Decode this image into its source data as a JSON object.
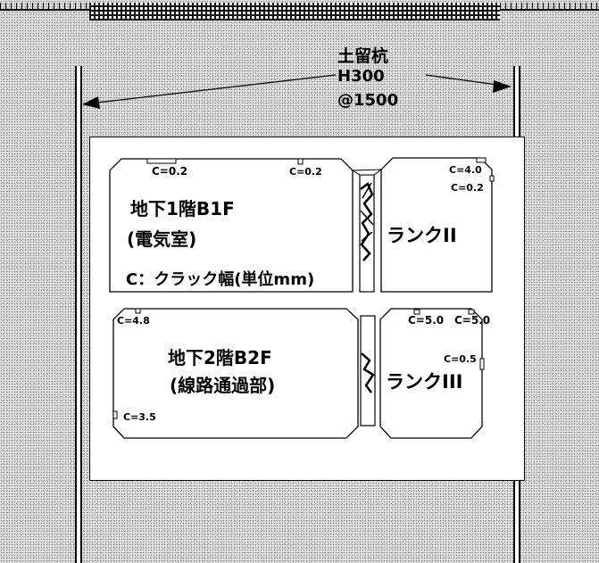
{
  "pile_label": {
    "line1": "土留杭",
    "line2": "H300",
    "line3": "@1500"
  },
  "b1f": {
    "title": "地下1階B1F",
    "subtitle": "(電気室)",
    "crack_note": "C：クラック幅(単位mm)",
    "rank": "ランクII",
    "cracks": {
      "left_top": "C=0.2",
      "mid_top": "C=0.2",
      "right_top": "C=4.0",
      "right_second": "C=0.2"
    }
  },
  "b2f": {
    "title": "地下2階B2F",
    "subtitle": "(線路通過部)",
    "rank": "ランクIII",
    "cracks": {
      "left_top": "C=4.8",
      "left_bottom": "C=3.5",
      "right_top_a": "C=5.0",
      "right_top_b": "C=5.0",
      "right_mid": "C=0.5"
    }
  }
}
